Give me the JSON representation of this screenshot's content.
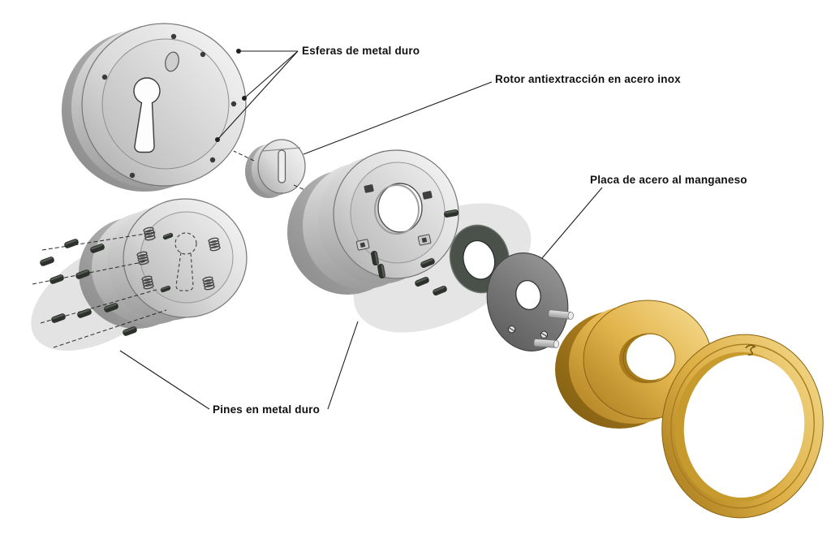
{
  "figure": {
    "type": "exploded-diagram",
    "subject": "security-lock-escutcheon-components"
  },
  "labels": {
    "esferas": "Esferas de metal duro",
    "rotor": "Rotor antiextracción en acero inox",
    "placa": "Placa de acero al manganeso",
    "pines": "Pines en metal duro"
  },
  "colors": {
    "background": "#ffffff",
    "steel_light": "#f4f4f4",
    "steel_mid": "#c8c8c8",
    "steel_dark": "#8e8e8e",
    "plate_gray": "#6e6e6e",
    "pin_dark": "#2c312c",
    "oring_dark": "#49514a",
    "brass_light": "#f6dd92",
    "brass_mid": "#dcae44",
    "brass_dark": "#9e7316",
    "line_black": "#1a1a1a"
  }
}
